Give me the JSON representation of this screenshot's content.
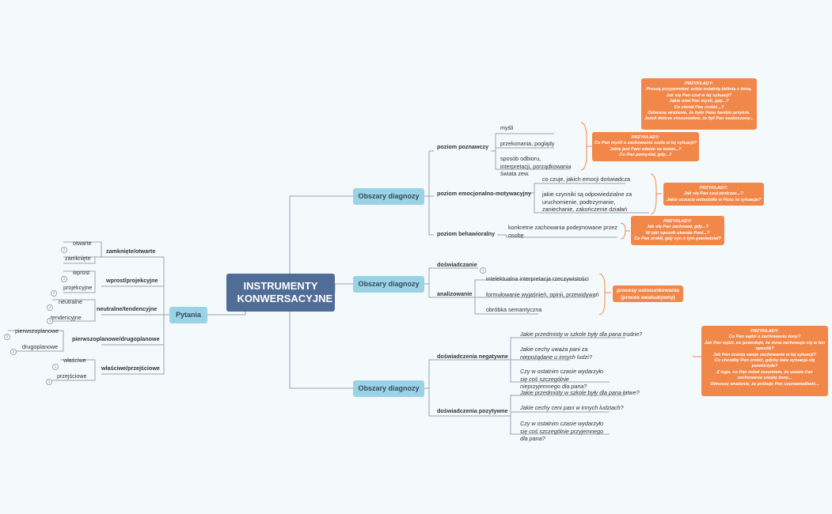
{
  "central": {
    "title": "INSTRUMENTY KONWERSACYJNE"
  },
  "left": {
    "hub": "Pytania",
    "groups": [
      {
        "label": "zamknięte/otwarte",
        "items": [
          "otwarte",
          "zamknięte"
        ]
      },
      {
        "label": "wprost/projekcyjne",
        "items": [
          "wprost",
          "projekcyjne"
        ]
      },
      {
        "label": "neutralne/tendencyjne",
        "items": [
          "neutralne",
          "tendencyjne"
        ]
      },
      {
        "label": "pierwszoplanowe/drugoplanowe",
        "items": [
          "pierwszoplanowe",
          "drugoplanowe"
        ]
      },
      {
        "label": "właściwe/przejściowe",
        "items": [
          "właściwe",
          "przejściowe"
        ]
      }
    ],
    "badges": [
      "2",
      "2",
      "2",
      "2",
      "2",
      "2",
      "2",
      "1",
      "1"
    ]
  },
  "right1": {
    "hub": "Obszary diagnozy",
    "poznawczy": {
      "label": "poziom poznawczy",
      "items": [
        "myśli",
        "przekonania, poglądy",
        "sposób odbioru, interpretacji, porządkowania świata zew."
      ]
    },
    "emocjonalny": {
      "label": "poziom emocjonalno-motywacyjny",
      "items": [
        "co czuje, jakich emocji doświadcza",
        "jakie czynniki są odpowiedzialne za uruchomienie, podtrzymanie, zaniechanie, zakończenie działań"
      ]
    },
    "behawioralny": {
      "label": "poziom behawioralny",
      "items": [
        "konkretne zachowania podejmowane przez osobę"
      ]
    },
    "box_top": [
      "PRZYKŁADY:",
      "Proszę przypomnieć sobie ostatnią kłótnię z żoną.",
      "Jak się Pan czuł w tej sytuacji?",
      "Jakie miał Pan myśli, gdy...?",
      "Co chciał Pan zrobić...?",
      "Odnoszę wrażenie, że było Panu bardzo przykro.",
      "Jeżeli dobrze zrozumiałem, to był Pan zaskoczony..."
    ],
    "box_poz": [
      "PRZYKŁADY:",
      "Co Pan myśli o zachowaniu szefa w tej sytuacji?",
      "Jakie jest Pani zdanie na temat...?",
      "Co Pan pomyślał, gdy...?"
    ],
    "box_emo": [
      "PRZYKŁADY:",
      "Jak się Pan czuł podczas...?",
      "Jakie uczucia wzbudziło w Panu ta sytuacja?"
    ],
    "box_beh": [
      "PRZYKŁADY:",
      "Jak się Pan zachował, gdy...?",
      "W jaki sposób ukarała Pani...?",
      "Co Pan zrobił, gdy syn o tym powiedział?"
    ]
  },
  "right2": {
    "hub": "Obszary diagnozy",
    "dosw": {
      "label": "doświadczanie",
      "badge": "1"
    },
    "anal": {
      "label": "analizowanie",
      "items": [
        "intelektualna interpretacja rzeczywistości",
        "formułowanie wyjaśnień, opinii, przewidywań",
        "obróbka semantyczna"
      ]
    },
    "proc": [
      "procesy ustosunkowania",
      "(proces ewaluatywny)"
    ]
  },
  "right3": {
    "hub": "Obszary diagnozy",
    "neg": {
      "label": "doświadczenia negatywne",
      "items": [
        "Jakie przedmioty w szkole były dla pana trudne?",
        "Jakie cechy uważa pani za niepożądane u innych ludzi?",
        "Czy w ostatnim czasie wydarzyło się coś szczególnie nieprzyjemnego dla pana?"
      ]
    },
    "poz": {
      "label": "doświadczenia pozytywne",
      "items": [
        "Jakie przedmioty w szkole były dla pana łatwe?",
        "Jakie cechy ceni pani w innych ludziach?",
        "Czy w ostatnim czasie wydarzyło się coś szczególnie przyjemnego dla pana?"
      ]
    },
    "box": [
      "PRZYKŁADY:",
      "Co Pan sądzi o zachowaniu żony?",
      "Jak Pan sądzi, co powoduje, że żona zachowuje się w ten sposób?",
      "Jak Pan ocenia swoje zachowanie w tej sytuacji?",
      "Co chciałby Pan zrobić, gdyby taka sytuacja się powtórzyła?",
      "Z tego, co Pan mówi rozumiem, że uważa Pan zachowanie swojej żony...",
      "Odnoszę wrażenie, że próbuje Pan usprawiedliwić..."
    ]
  },
  "colors": {
    "central": "#506d97",
    "hub": "#9bd3e6",
    "accent": "#f2874a",
    "line": "#9aa5b1"
  }
}
